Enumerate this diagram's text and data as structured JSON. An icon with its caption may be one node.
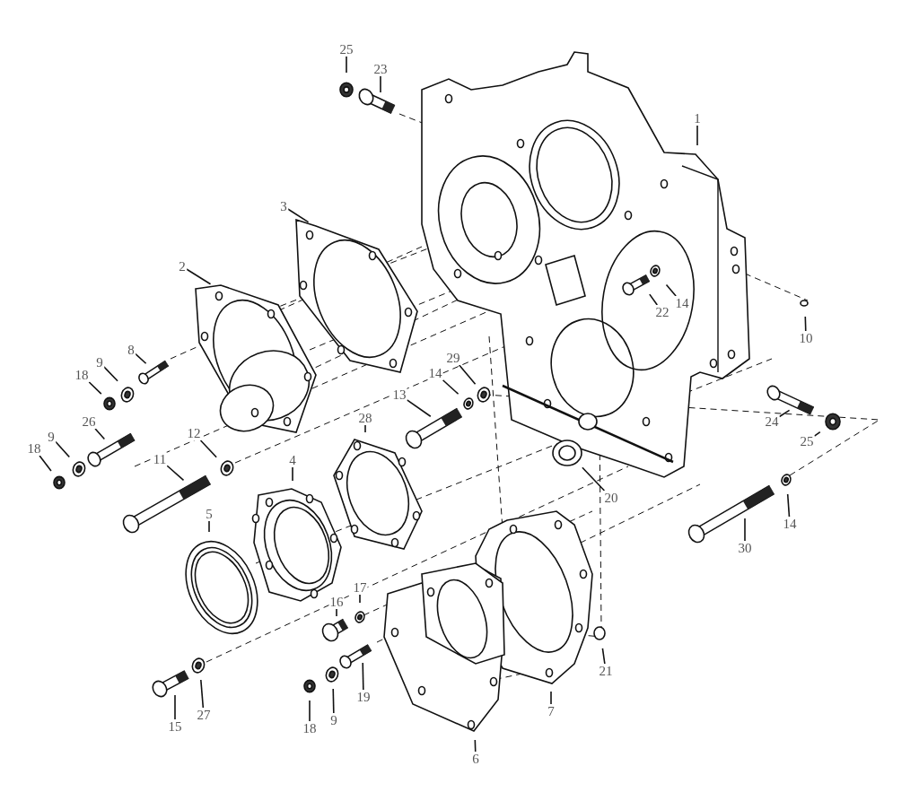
{
  "diagram": {
    "nodes": [
      {
        "text": [
          "25"
        ]
      },
      {
        "text": [
          "23"
        ]
      },
      {
        "text": [
          "1"
        ]
      },
      {
        "text": [
          "3"
        ]
      },
      {
        "text": [
          "2"
        ]
      },
      {
        "text": [
          "22"
        ]
      },
      {
        "text": [
          "14"
        ]
      },
      {
        "text": [
          "10"
        ]
      },
      {
        "text": [
          "8"
        ]
      },
      {
        "text": [
          "9"
        ]
      },
      {
        "text": [
          "18"
        ]
      },
      {
        "text": [
          "29"
        ]
      },
      {
        "text": [
          "14"
        ]
      },
      {
        "text": [
          "13"
        ]
      },
      {
        "text": [
          "28"
        ]
      },
      {
        "text": [
          "26"
        ]
      },
      {
        "text": [
          "9"
        ]
      },
      {
        "text": [
          "18"
        ]
      },
      {
        "text": [
          "12"
        ]
      },
      {
        "text": [
          "11"
        ]
      },
      {
        "text": [
          "4"
        ]
      },
      {
        "text": [
          "5"
        ]
      },
      {
        "text": [
          "24"
        ]
      },
      {
        "text": [
          "25"
        ]
      },
      {
        "text": [
          "20"
        ]
      },
      {
        "text": [
          "14"
        ]
      },
      {
        "text": [
          "30"
        ]
      },
      {
        "text": [
          "16"
        ]
      },
      {
        "text": [
          "17"
        ]
      },
      {
        "text": [
          "21"
        ]
      },
      {
        "text": [
          "15"
        ]
      },
      {
        "text": [
          "27"
        ]
      },
      {
        "text": [
          "18"
        ]
      },
      {
        "text": [
          "9"
        ]
      },
      {
        "text": [
          "19"
        ]
      },
      {
        "text": [
          "7"
        ]
      },
      {
        "text": [
          "6"
        ]
      }
    ],
    "edges": [
      {
        "from": 0,
        "to": null,
        "arrow": "none"
      },
      {
        "from": 1,
        "to": null,
        "arrow": "none"
      },
      {
        "from": 2,
        "to": null,
        "arrow": "none"
      },
      {
        "from": 3,
        "to": null,
        "arrow": "none"
      },
      {
        "from": 4,
        "to": null,
        "arrow": "none"
      },
      {
        "from": 5,
        "to": null,
        "arrow": "none"
      },
      {
        "from": 6,
        "to": null,
        "arrow": "none"
      },
      {
        "from": 7,
        "to": null,
        "arrow": "none"
      },
      {
        "from": 8,
        "to": null,
        "arrow": "none"
      },
      {
        "from": 9,
        "to": null,
        "arrow": "none"
      },
      {
        "from": 10,
        "to": null,
        "arrow": "none"
      },
      {
        "from": 11,
        "to": null,
        "arrow": "none"
      },
      {
        "from": 12,
        "to": null,
        "arrow": "none"
      },
      {
        "from": 13,
        "to": null,
        "arrow": "none"
      },
      {
        "from": 14,
        "to": null,
        "arrow": "none"
      },
      {
        "from": 15,
        "to": null,
        "arrow": "none"
      },
      {
        "from": 16,
        "to": null,
        "arrow": "none"
      },
      {
        "from": 17,
        "to": null,
        "arrow": "none"
      },
      {
        "from": 18,
        "to": null,
        "arrow": "none"
      },
      {
        "from": 19,
        "to": null,
        "arrow": "none"
      },
      {
        "from": 20,
        "to": null,
        "arrow": "none"
      },
      {
        "from": 21,
        "to": null,
        "arrow": "none"
      },
      {
        "from": 22,
        "to": null,
        "arrow": "none"
      },
      {
        "from": 23,
        "to": null,
        "arrow": "none"
      },
      {
        "from": 24,
        "to": null,
        "arrow": "none"
      },
      {
        "from": 25,
        "to": null,
        "arrow": "none"
      },
      {
        "from": 26,
        "to": null,
        "arrow": "none"
      },
      {
        "from": 27,
        "to": null,
        "arrow": "none"
      },
      {
        "from": 28,
        "to": null,
        "arrow": "none"
      },
      {
        "from": 29,
        "to": null,
        "arrow": "none"
      },
      {
        "from": 30,
        "to": null,
        "arrow": "none"
      },
      {
        "from": 31,
        "to": null,
        "arrow": "none"
      },
      {
        "from": 32,
        "to": null,
        "arrow": "none"
      },
      {
        "from": 33,
        "to": null,
        "arrow": "none"
      },
      {
        "from": 34,
        "to": null,
        "arrow": "none"
      },
      {
        "from": 35,
        "to": null,
        "arrow": "none"
      },
      {
        "from": 36,
        "to": null,
        "arrow": "none"
      }
    ]
  }
}
